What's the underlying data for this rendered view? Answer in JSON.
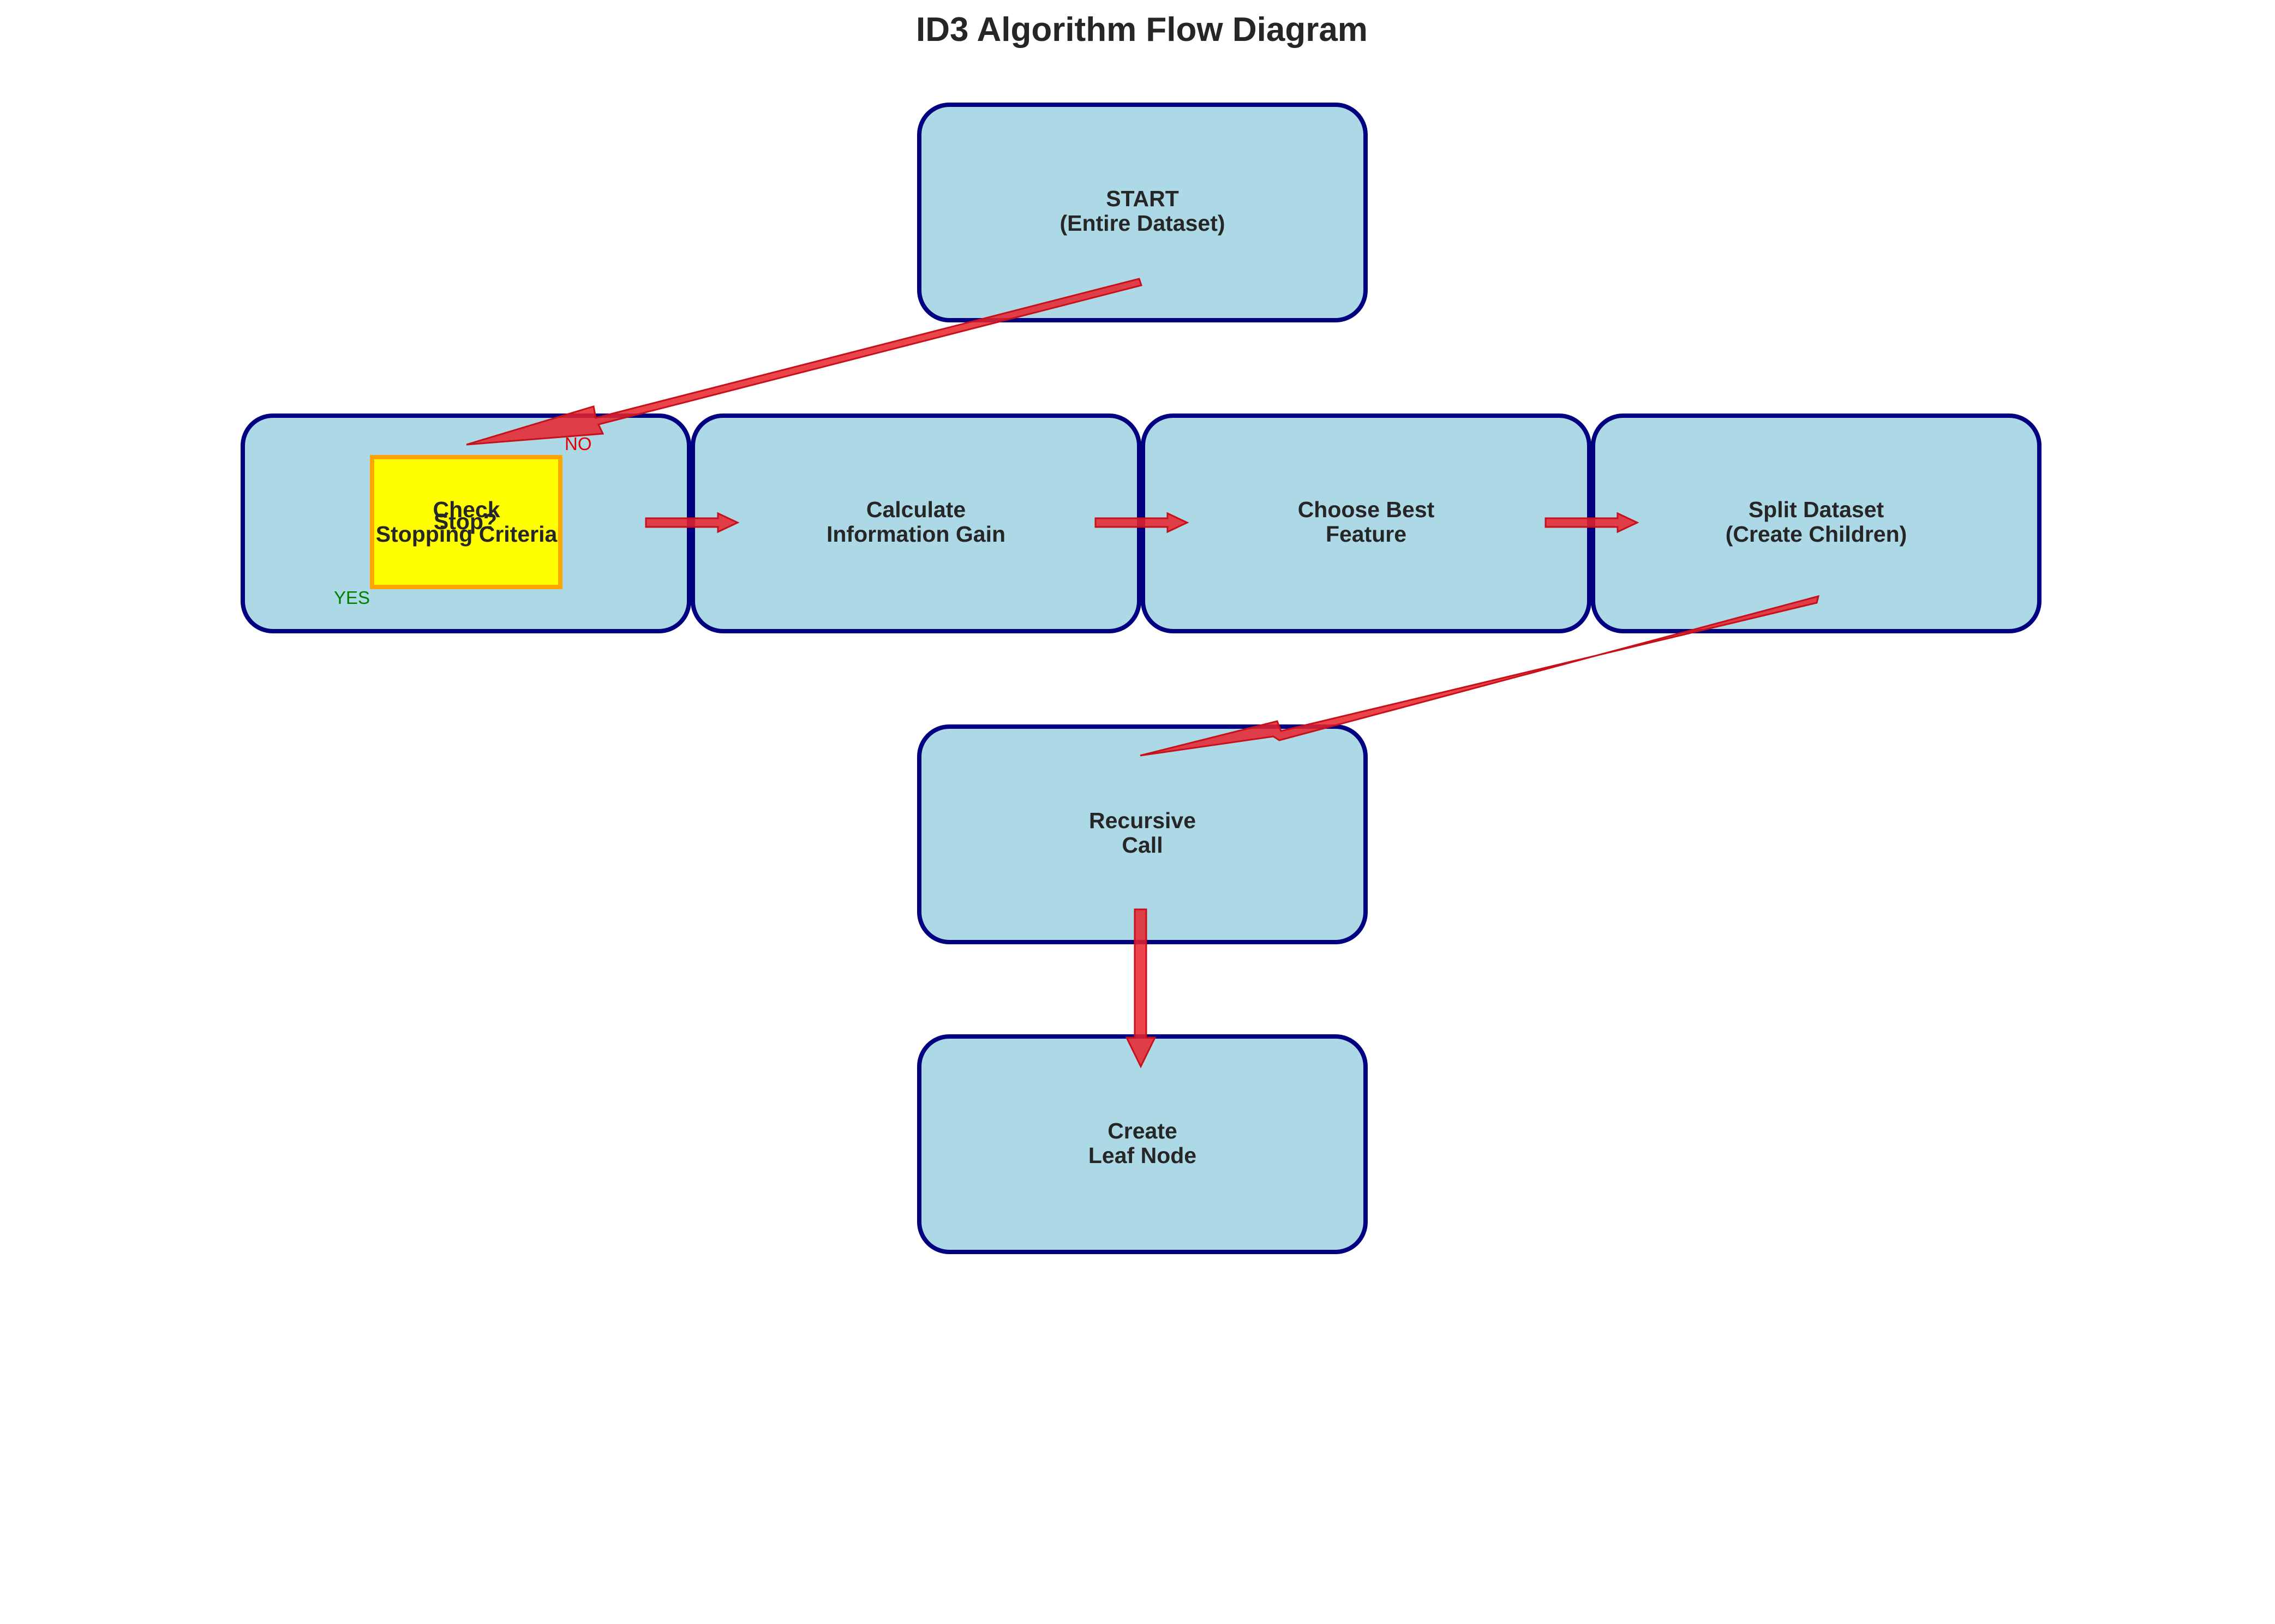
{
  "title": "ID3 Algorithm Flow Diagram",
  "colors": {
    "node_fill": "#add8e6",
    "node_stroke": "#000080",
    "decision_fill": "#ffff00",
    "decision_stroke": "#ffa500",
    "arrow": "#e8232b",
    "yes_label": "#008000",
    "no_label": "#e00000",
    "text": "#262626"
  },
  "nodes": {
    "start": {
      "line1": "START",
      "line2": "(Entire Dataset)"
    },
    "check": {
      "line1": "Check",
      "line2": "Stopping Criteria"
    },
    "calc": {
      "line1": "Calculate",
      "line2": "Information Gain"
    },
    "choose": {
      "line1": "Choose Best",
      "line2": "Feature"
    },
    "split": {
      "line1": "Split Dataset",
      "line2": "(Create Children)"
    },
    "recursive": {
      "line1": "Recursive",
      "line2": "Call"
    },
    "leaf": {
      "line1": "Create",
      "line2": "Leaf Node"
    }
  },
  "decision": {
    "label": "Stop?"
  },
  "edge_labels": {
    "no": "NO",
    "yes": "YES"
  }
}
